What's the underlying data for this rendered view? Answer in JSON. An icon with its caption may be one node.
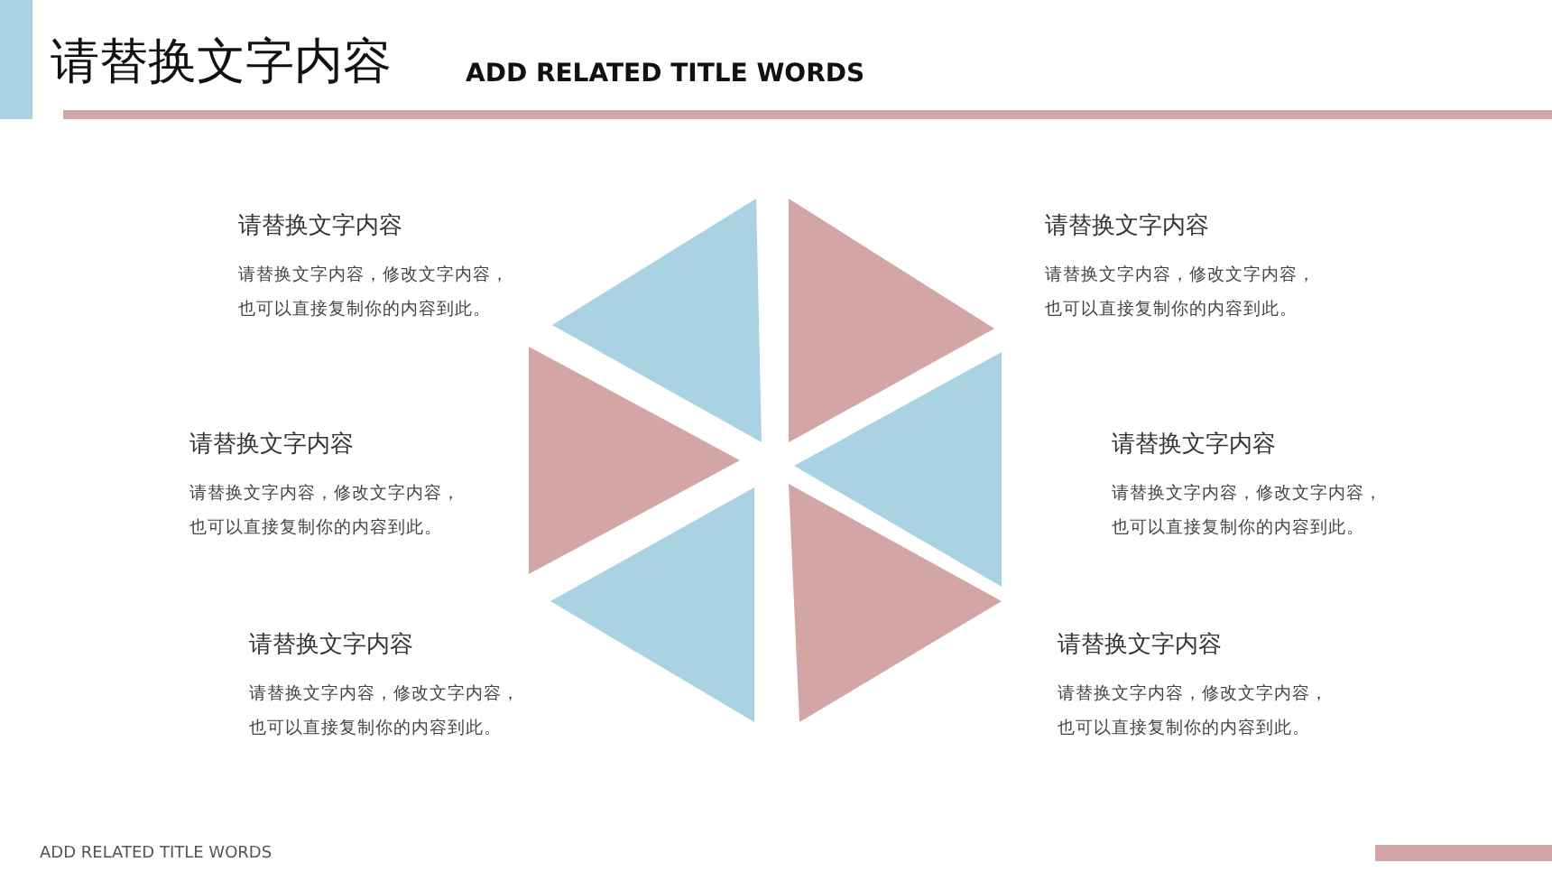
{
  "diagram": {
    "title": "请替换文字内容",
    "nodes": [
      {
        "text": [],
        "shape": "triangle"
      },
      {
        "text": [],
        "shape": "triangle"
      },
      {
        "text": [],
        "shape": "triangle"
      },
      {
        "text": [],
        "shape": "triangle"
      },
      {
        "text": [],
        "shape": "triangle"
      },
      {
        "text": [],
        "shape": "triangle"
      }
    ],
    "labels": [
      "ADD RELATED TITLE WORDS",
      "请替换文字内容",
      "请替换文字内容，修改文字内容，也可以直接复制你的内容到此。",
      "请替换文字内容",
      "请替换文字内容，修改文字内容，也可以直接复制你的内容到此。",
      "请替换文字内容",
      "请替换文字内容，修改文字内容，也可以直接复制你的内容到此。",
      "请替换文字内容",
      "请替换文字内容，修改文字内容，也可以直接复制你的内容到此。",
      "请替换文字内容",
      "请替换文字内容，修改文字内容，也可以直接复制你的内容到此。",
      "请替换文字内容",
      "请替换文字内容，修改文字内容，也可以直接复制你的内容到此。",
      "ADD RELATED TITLE WORDS"
    ]
  }
}
